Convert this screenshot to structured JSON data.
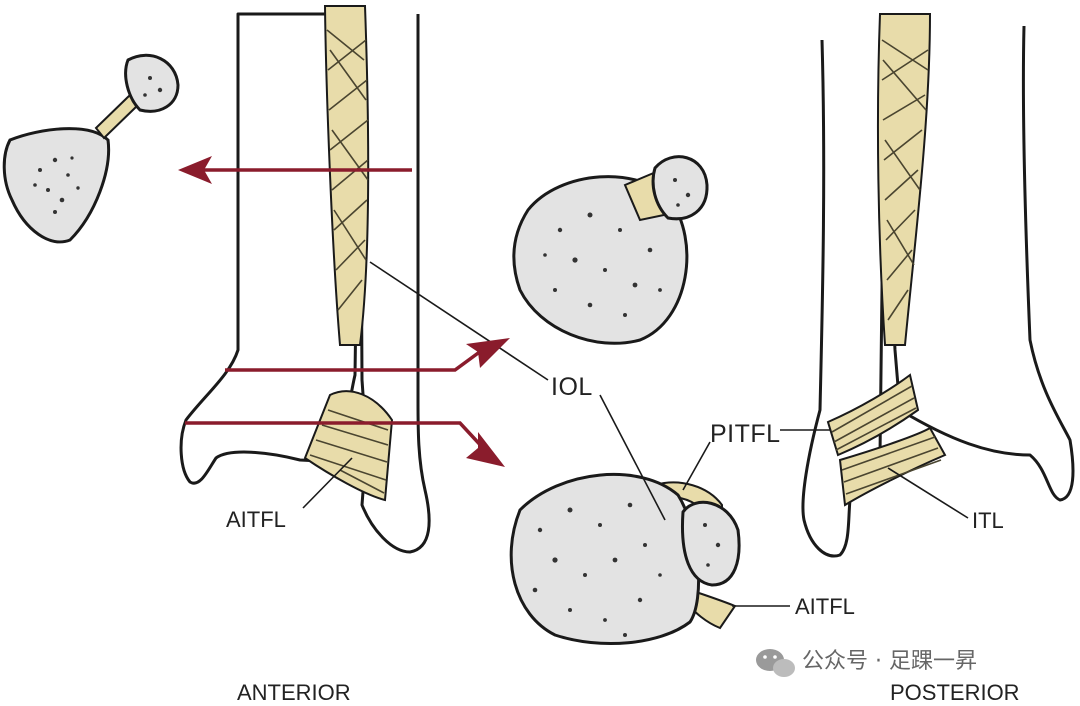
{
  "labels": {
    "anterior": "ANTERIOR",
    "posterior": "POSTERIOR",
    "iol": "IOL",
    "pitfl": "PITFL",
    "aitfl_left": "AITFL",
    "aitfl_right": "AITFL",
    "itl": "ITL"
  },
  "watermark": {
    "text": "公众号 · 足踝一昇",
    "icon": "wechat-icon"
  },
  "colors": {
    "arrow": "#8a1c2c",
    "ligament": "#e8dcaa",
    "section": "#e3e3e3",
    "outline": "#1a1a1a"
  }
}
